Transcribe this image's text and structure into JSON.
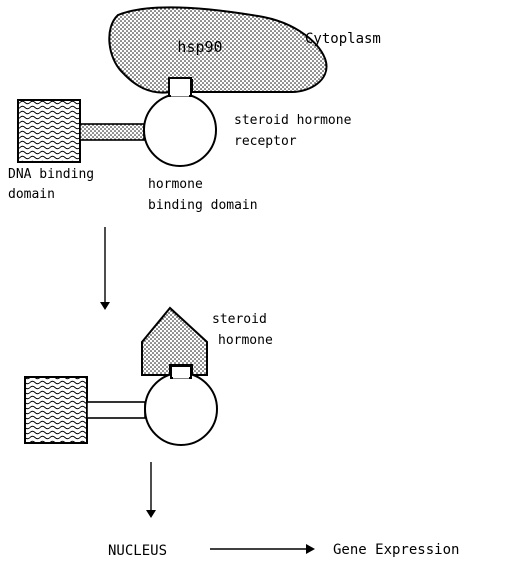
{
  "labels": {
    "cytoplasm": "Cytoplasm",
    "hsp90": "hsp90",
    "receptor_line1": "steroid hormone",
    "receptor_line2": "receptor",
    "dna_line1": "DNA binding",
    "dna_line2": "domain",
    "hbd_line1": "hormone",
    "hbd_line2": "binding domain",
    "hormone_line1": "steroid",
    "hormone_line2": "hormone",
    "nucleus": "NUCLEUS",
    "gene_expression": "Gene Expression"
  }
}
